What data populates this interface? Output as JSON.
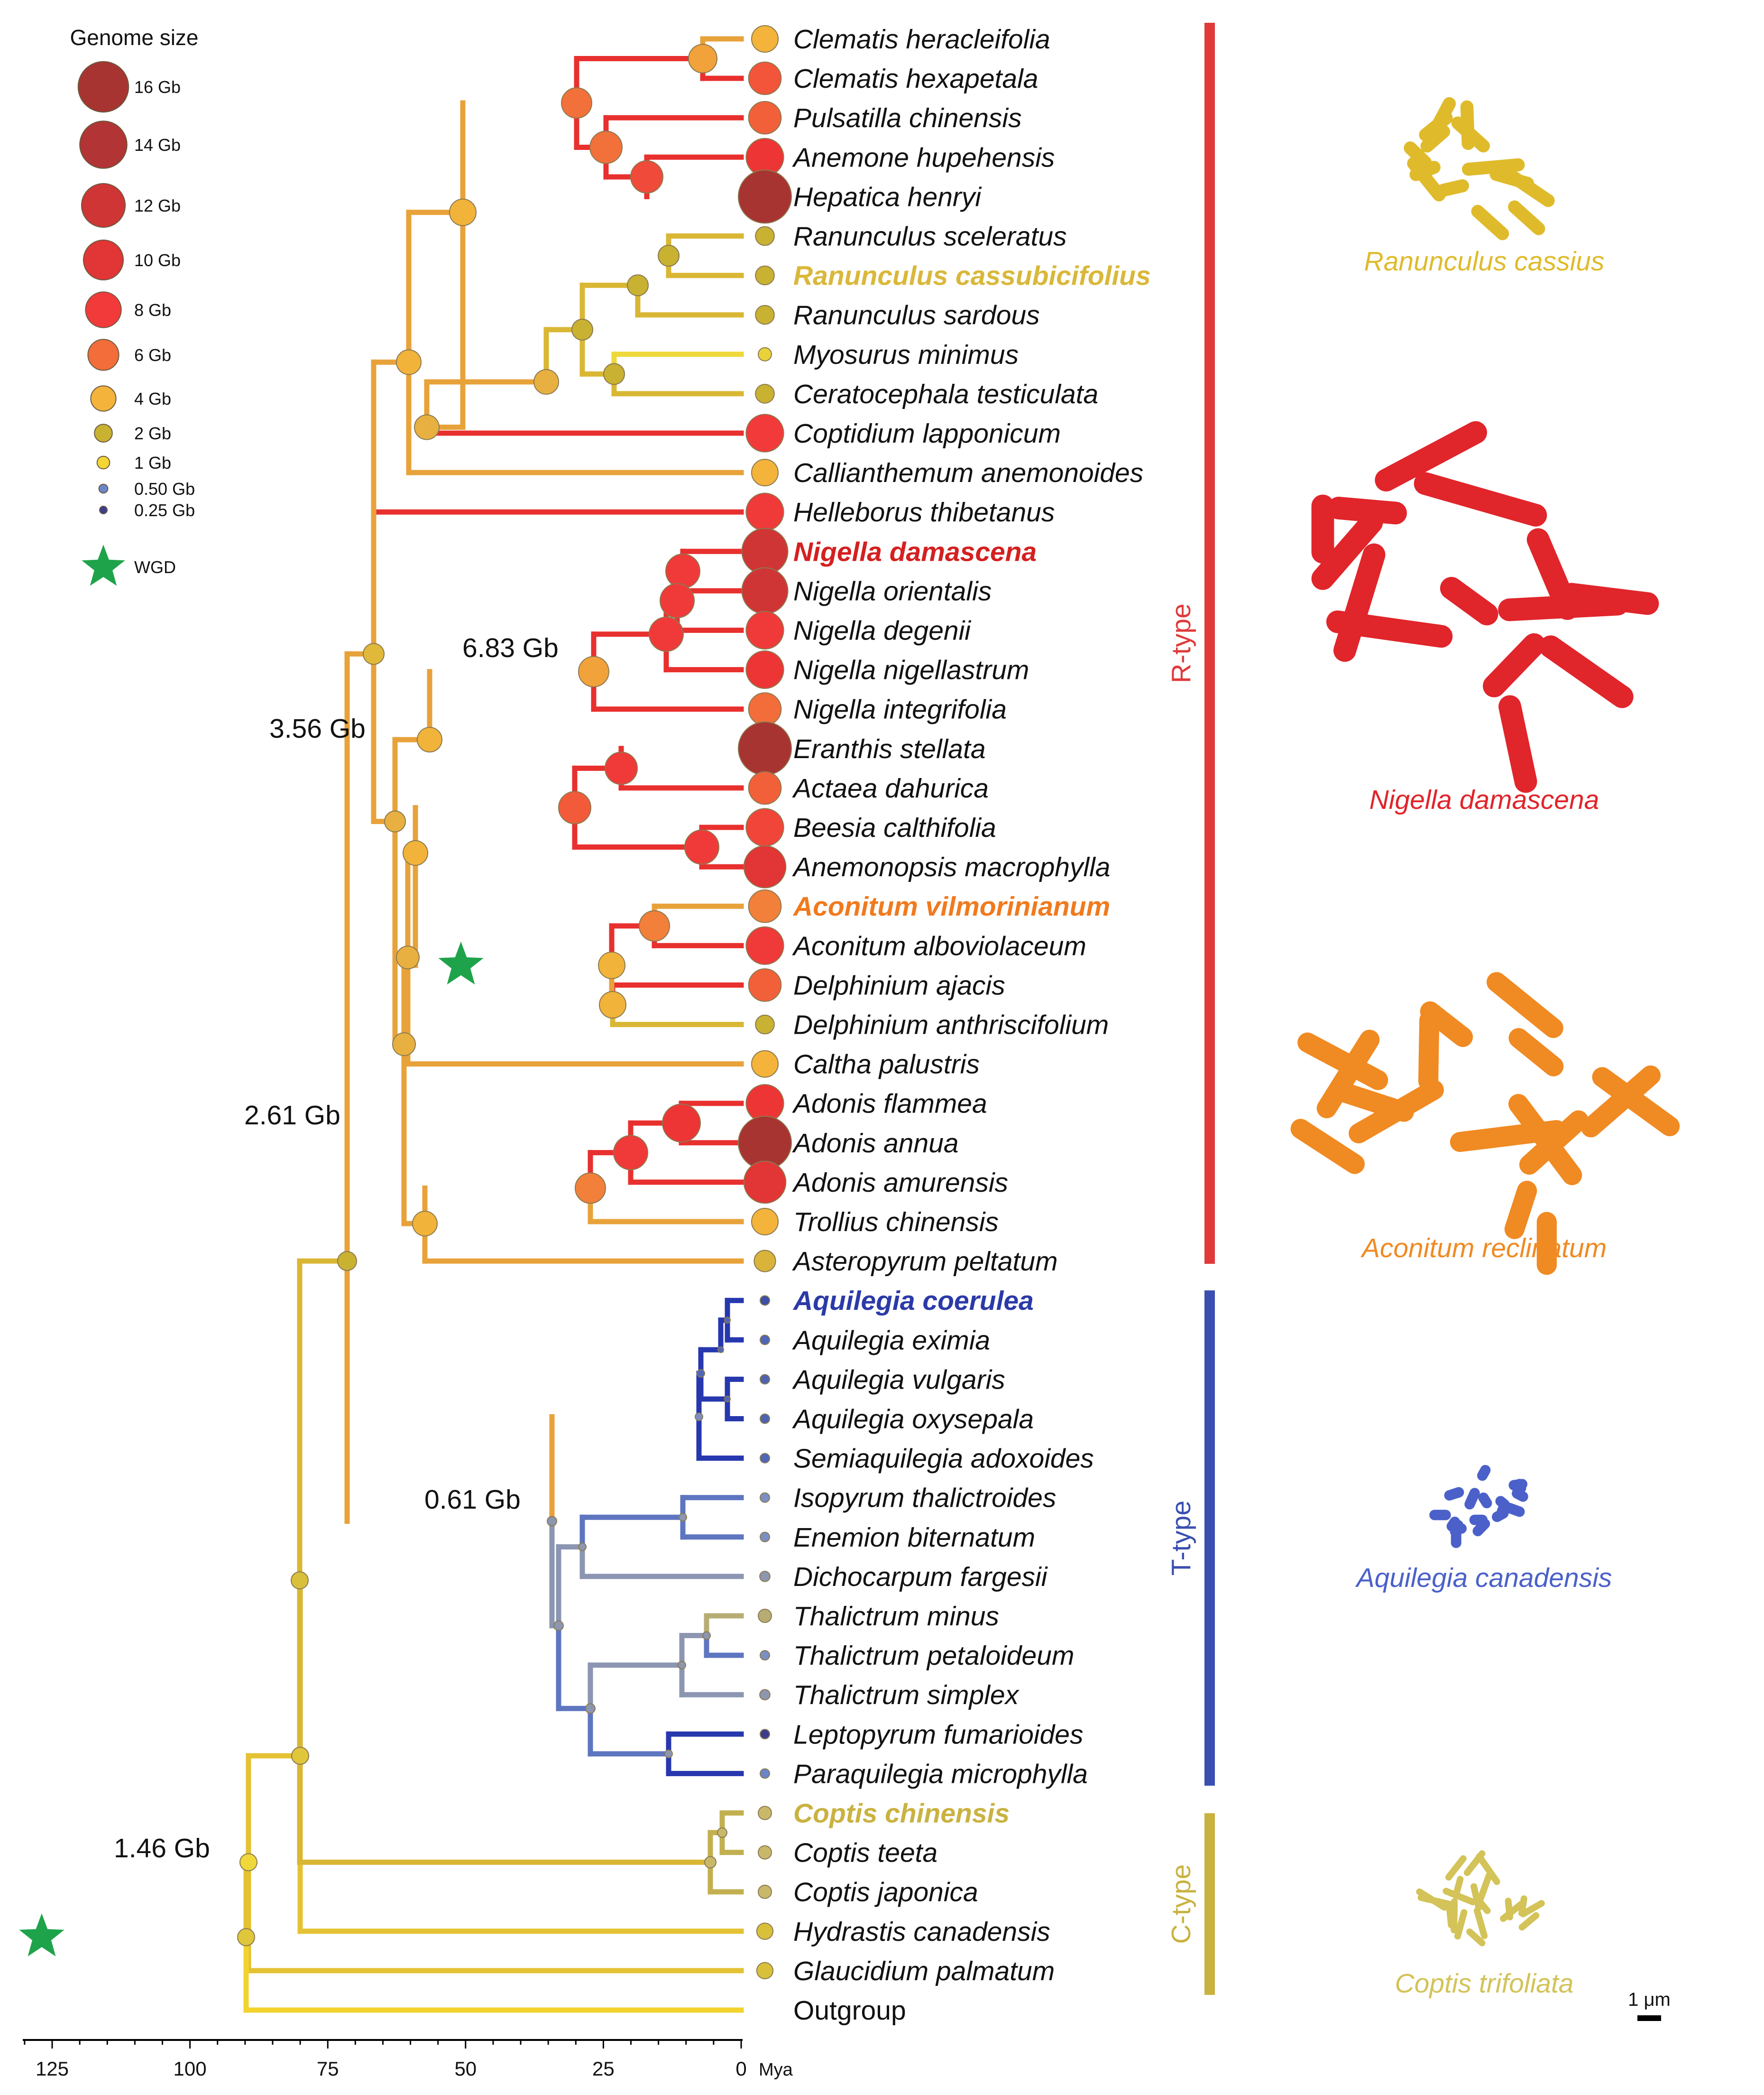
{
  "legend": {
    "title": "Genome size",
    "sizes": [
      {
        "label": "16 Gb",
        "gb": 16,
        "color": "#a83432"
      },
      {
        "label": "14 Gb",
        "gb": 14,
        "color": "#b23434"
      },
      {
        "label": "12 Gb",
        "gb": 12,
        "color": "#cf3535"
      },
      {
        "label": "10 Gb",
        "gb": 10,
        "color": "#e23535"
      },
      {
        "label": "8 Gb",
        "gb": 8,
        "color": "#f23a3a"
      },
      {
        "label": "6 Gb",
        "gb": 6,
        "color": "#f26d3a"
      },
      {
        "label": "4 Gb",
        "gb": 4,
        "color": "#f4b33a"
      },
      {
        "label": "2 Gb",
        "gb": 2,
        "color": "#c9b132"
      },
      {
        "label": "1 Gb",
        "gb": 1,
        "color": "#f3d534"
      },
      {
        "label": "0.50 Gb",
        "gb": 0.5,
        "color": "#6a86c9"
      },
      {
        "label": "0.25 Gb",
        "gb": 0.25,
        "color": "#3d3d8e"
      }
    ],
    "wgd_label": "WGD",
    "wgd_color": "#1fa34a"
  },
  "taxa": [
    {
      "name": "Clematis heracleifolia",
      "gb": 4,
      "color": "#f4b33a"
    },
    {
      "name": "Clematis hexapetala",
      "gb": 6,
      "color": "#f2553a"
    },
    {
      "name": "Pulsatilla chinensis",
      "gb": 6,
      "color": "#f2603a"
    },
    {
      "name": "Anemone hupehensis",
      "gb": 8,
      "color": "#ee3535"
    },
    {
      "name": "Hepatica henryi",
      "gb": 16,
      "color": "#a83432"
    },
    {
      "name": "Ranunculus sceleratus",
      "gb": 2,
      "color": "#c9b132"
    },
    {
      "name": "Ranunculus cassubicifolius",
      "gb": 2,
      "color": "#c9b132",
      "highlight": true,
      "hcolor": "#d9b83a"
    },
    {
      "name": "Ranunculus sardous",
      "gb": 2,
      "color": "#c9b132"
    },
    {
      "name": "Myosurus minimus",
      "gb": 1,
      "color": "#e9d23a"
    },
    {
      "name": "Ceratocephala testiculata",
      "gb": 2,
      "color": "#c9b132"
    },
    {
      "name": "Coptidium lapponicum",
      "gb": 8,
      "color": "#f23a3a"
    },
    {
      "name": "Callianthemum anemonoides",
      "gb": 4,
      "color": "#f4b33a"
    },
    {
      "name": "Helleborus thibetanus",
      "gb": 8,
      "color": "#f03a3a"
    },
    {
      "name": "Nigella damascena",
      "gb": 12,
      "color": "#d03535",
      "highlight": true,
      "hcolor": "#d42020"
    },
    {
      "name": "Nigella orientalis",
      "gb": 12,
      "color": "#d03535"
    },
    {
      "name": "Nigella degenii",
      "gb": 8,
      "color": "#f03a3a"
    },
    {
      "name": "Nigella nigellastrum",
      "gb": 8,
      "color": "#ee3535"
    },
    {
      "name": "Nigella integrifolia",
      "gb": 6,
      "color": "#f26d3a"
    },
    {
      "name": "Eranthis stellata",
      "gb": 16,
      "color": "#a83432"
    },
    {
      "name": "Actaea dahurica",
      "gb": 6,
      "color": "#f2603a"
    },
    {
      "name": "Beesia calthifolia",
      "gb": 8,
      "color": "#f2453a"
    },
    {
      "name": "Anemonopsis macrophylla",
      "gb": 10,
      "color": "#e23535"
    },
    {
      "name": "Aconitum vilmorinianum",
      "gb": 6,
      "color": "#f2803a",
      "highlight": true,
      "hcolor": "#f07a1e"
    },
    {
      "name": "Aconitum alboviolaceum",
      "gb": 8,
      "color": "#f03a3a"
    },
    {
      "name": "Delphinium ajacis",
      "gb": 6,
      "color": "#f2603a"
    },
    {
      "name": "Delphinium anthriscifolium",
      "gb": 2,
      "color": "#c9b132"
    },
    {
      "name": "Caltha palustris",
      "gb": 4,
      "color": "#f4b33a"
    },
    {
      "name": "Adonis flammea",
      "gb": 8,
      "color": "#ee3535"
    },
    {
      "name": "Adonis annua",
      "gb": 16,
      "color": "#a83432"
    },
    {
      "name": "Adonis amurensis",
      "gb": 10,
      "color": "#e23535"
    },
    {
      "name": "Trollius chinensis",
      "gb": 4,
      "color": "#f4b33a"
    },
    {
      "name": "Asteropyrum peltatum",
      "gb": 2.6,
      "color": "#d9b33a"
    },
    {
      "name": "Aquilegia coerulea",
      "gb": 0.25,
      "color": "#3d4fa8",
      "highlight": true,
      "hcolor": "#2b3aa8"
    },
    {
      "name": "Aquilegia eximia",
      "gb": 0.25,
      "color": "#5066b8"
    },
    {
      "name": "Aquilegia vulgaris",
      "gb": 0.25,
      "color": "#4f63b0"
    },
    {
      "name": "Aquilegia oxysepala",
      "gb": 0.25,
      "color": "#4f63b0"
    },
    {
      "name": "Semiaquilegia adoxoides",
      "gb": 0.25,
      "color": "#5066b8"
    },
    {
      "name": "Isopyrum thalictroides",
      "gb": 0.5,
      "color": "#7b8fc4"
    },
    {
      "name": "Enemion biternatum",
      "gb": 0.5,
      "color": "#7b8fc4"
    },
    {
      "name": "Dichocarpum fargesii",
      "gb": 0.6,
      "color": "#8d96b0"
    },
    {
      "name": "Thalictrum minus",
      "gb": 1,
      "color": "#b7ad74"
    },
    {
      "name": "Thalictrum petaloideum",
      "gb": 0.5,
      "color": "#7b8fc4"
    },
    {
      "name": "Thalictrum simplex",
      "gb": 0.6,
      "color": "#8d96b0"
    },
    {
      "name": "Leptopyrum fumarioides",
      "gb": 0.25,
      "color": "#3d3d8e"
    },
    {
      "name": "Paraquilegia microphylla",
      "gb": 0.5,
      "color": "#6a86c9"
    },
    {
      "name": "Coptis chinensis",
      "gb": 1,
      "color": "#c9b86a",
      "highlight": true,
      "hcolor": "#c9b240"
    },
    {
      "name": "Coptis teeta",
      "gb": 1,
      "color": "#c9b86a"
    },
    {
      "name": "Coptis japonica",
      "gb": 1,
      "color": "#c9b86a"
    },
    {
      "name": "Hydrastis canadensis",
      "gb": 1.5,
      "color": "#d9c03a"
    },
    {
      "name": "Glaucidium palmatum",
      "gb": 1.5,
      "color": "#d9c03a"
    },
    {
      "name": "Outgroup"
    }
  ],
  "node_labels": [
    "6.83 Gb",
    "3.56 Gb",
    "2.61 Gb",
    "0.61 Gb",
    "1.46 Gb"
  ],
  "groups": [
    {
      "label": "R-type",
      "color": "#e03a3a"
    },
    {
      "label": "T-type",
      "color": "#3a4fb0"
    },
    {
      "label": "C-type",
      "color": "#c9b240"
    }
  ],
  "karyotypes": [
    {
      "species": "Ranunculus cassius",
      "color": "#dfbb2c"
    },
    {
      "species": "Nigella damascena",
      "color": "#e0252b"
    },
    {
      "species": "Aconitum reclinatum",
      "color": "#f08a22"
    },
    {
      "species": "Aquilegia canadensis",
      "color": "#4b61c9"
    },
    {
      "species": "Coptis trifoliata",
      "color": "#d3c358"
    }
  ],
  "axis": {
    "ticks": [
      "125",
      "100",
      "75",
      "50",
      "25",
      "0"
    ],
    "unit": "Mya",
    "scale_bar": "1 μm"
  }
}
